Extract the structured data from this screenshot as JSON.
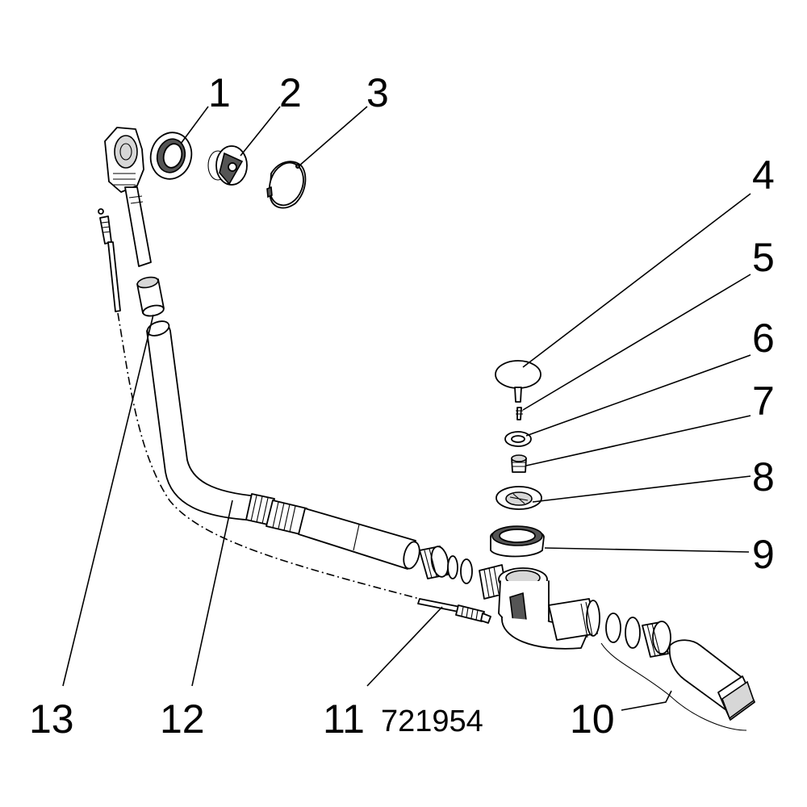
{
  "part_labels": [
    "1",
    "2",
    "3",
    "4",
    "5",
    "6",
    "7",
    "8",
    "9",
    "10",
    "11",
    "12",
    "13"
  ],
  "article_number": "721954"
}
